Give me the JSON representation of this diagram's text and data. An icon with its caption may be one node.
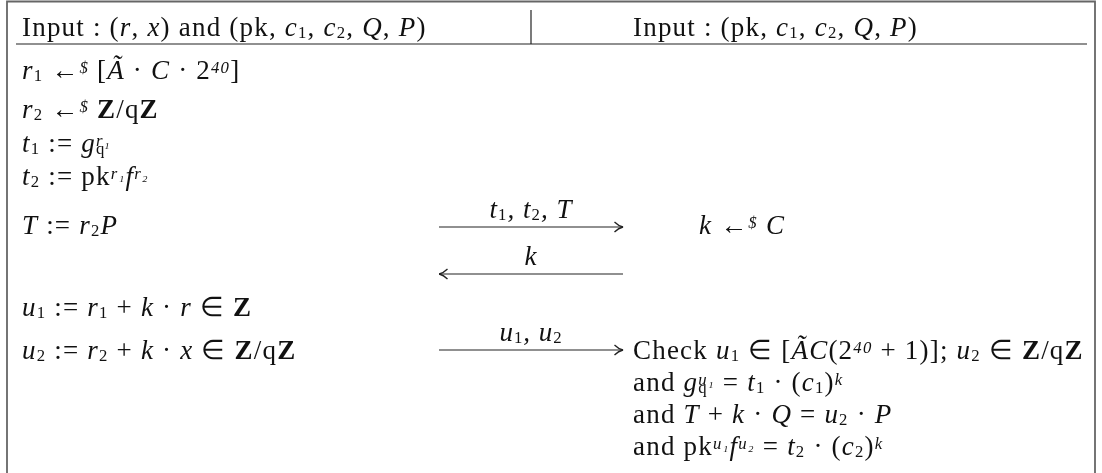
{
  "diagram": {
    "nodes": [
      {
        "text": [
          "Input : (*r*, *x*) and (pk, *c*$_{1}$, *c*$_{2}$, *Q*, *P*)",
          "*r*$_{1}$ ←$^{$}$ [*Ã* · *C* · 2$^{40}$]",
          "*r*$_{2}$ ←$^{$}$ **Z**/q**Z**",
          "*t*$_{1}$ := *g*$_{q}$$^{r₁}$",
          "*t*$_{2}$ := pk$^{r₁}$*f*$^{r₂}$",
          "*T* := *r*$_{2}$*P*",
          "*u*$_{1}$ := *r*$_{1}$ + *k* · *r* ∈ **Z**",
          "*u*$_{2}$ := *r*$_{2}$ + *k* · *x* ∈ **Z**/q**Z**"
        ]
      },
      {
        "text": [
          "Input : (pk, *c*$_{1}$, *c*$_{2}$, *Q*, *P*)",
          "*k* ←$^{$}$ *C*",
          "Check *u*$_{1}$ ∈ [*ÃC*(2$^{40}$ + 1)]; *u*$_{2}$ ∈ **Z**/q**Z**",
          "and *g*$_{q}$$^{u₁}$ = *t*$_{1}$ · (*c*$_{1}$)$^{k}$",
          "and *T* + *k* · *Q* = *u*$_{2}$ · *P*",
          "and pk$^{u₁}$*f*$^{u₂}$ = *t*$_{2}$ · (*c*$_{2}$)$^{k}$"
        ]
      }
    ],
    "edges": [
      {
        "from": 0,
        "to": 1,
        "arrow": "to",
        "label": "t$_{1}$, t$_{2}$, T"
      },
      {
        "from": 1,
        "to": 0,
        "arrow": "to",
        "label": "k"
      },
      {
        "from": 0,
        "to": 1,
        "arrow": "to",
        "label": "u$_{1}$, u$_{2}$"
      }
    ]
  }
}
